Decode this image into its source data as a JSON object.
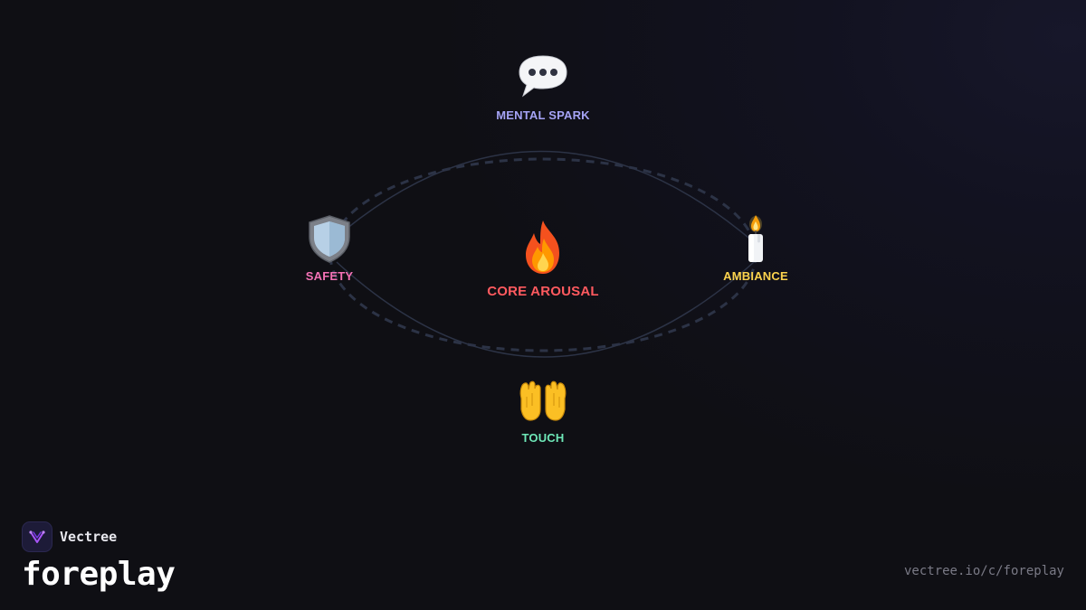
{
  "diagram": {
    "center": {
      "label": "CORE AROUSAL",
      "icon": "fire-icon",
      "color": "#ff5a5f"
    },
    "nodes": [
      {
        "id": "top",
        "label": "MENTAL SPARK",
        "icon": "speech-bubble-icon",
        "color": "#a5a3f5"
      },
      {
        "id": "left",
        "label": "SAFETY",
        "icon": "shield-icon",
        "color": "#f472b6"
      },
      {
        "id": "right",
        "label": "AMBIANCE",
        "icon": "candle-icon",
        "color": "#fcd34d"
      },
      {
        "id": "bottom",
        "label": "TOUCH",
        "icon": "open-hands-icon",
        "color": "#6ee7b7"
      }
    ],
    "connector_color": "#2c3346"
  },
  "brand": {
    "name": "Vectree",
    "icon": "vectree-logo-icon",
    "accent": "#a855f7"
  },
  "title": "foreplay",
  "url": "vectree.io/c/foreplay"
}
